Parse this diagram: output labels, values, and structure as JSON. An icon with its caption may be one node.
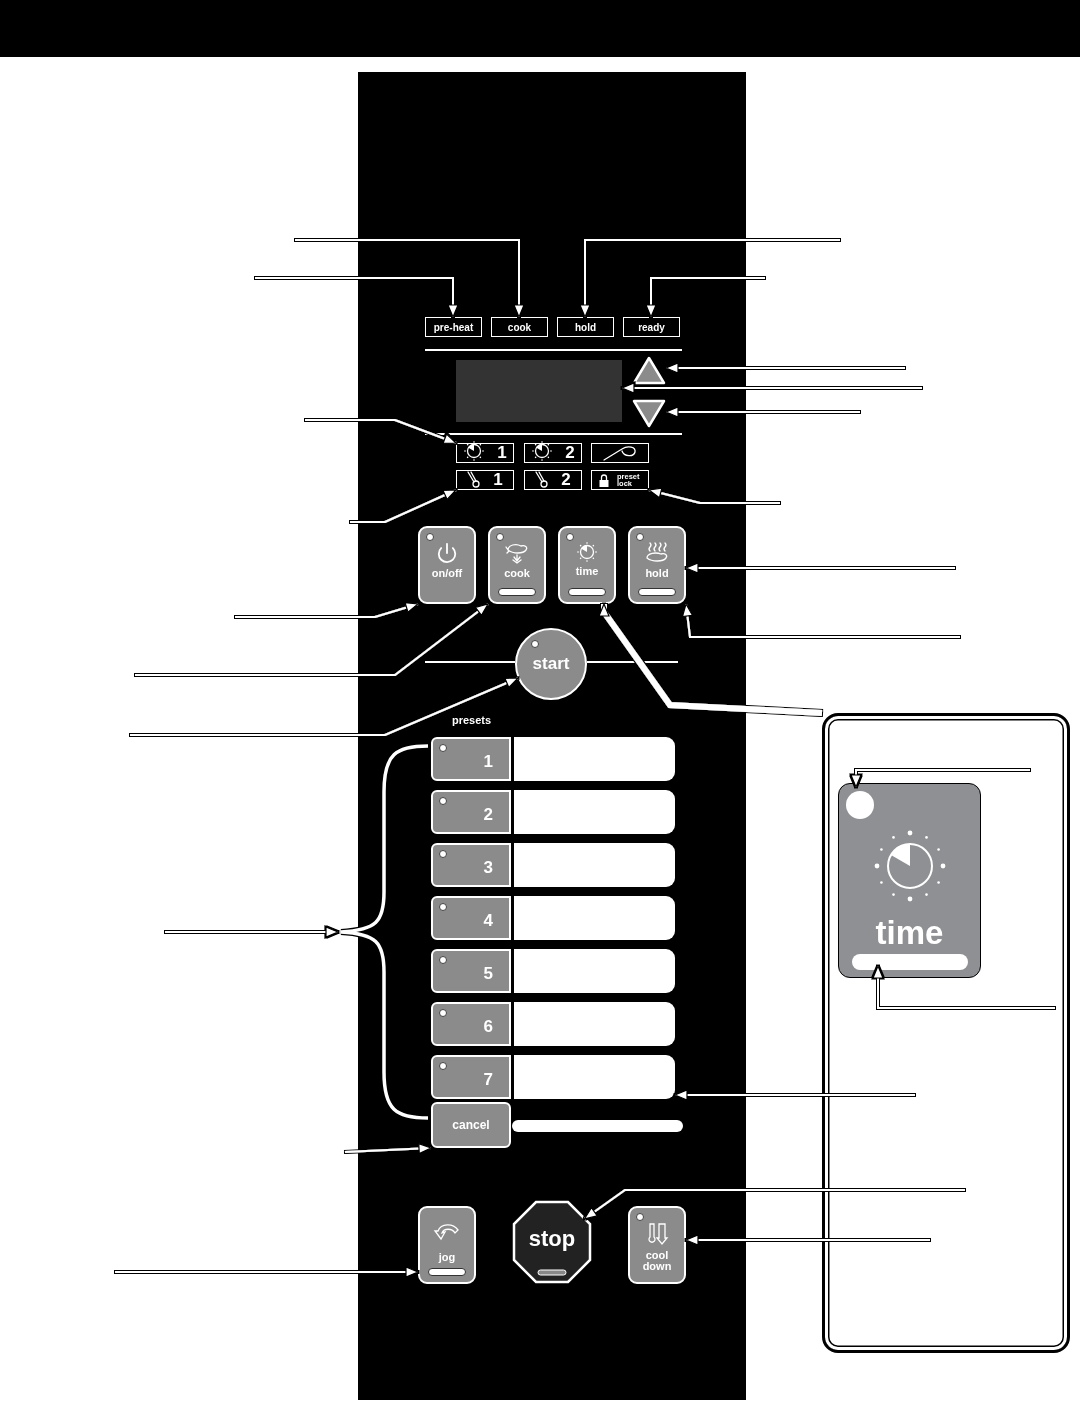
{
  "diagram": {
    "nodes": [
      {
        "text": [],
        "shape": "box"
      },
      {
        "text": [
          "pre-heat"
        ],
        "in": 0
      },
      {
        "text": [
          "cook"
        ],
        "in": 0
      },
      {
        "text": [
          "hold"
        ],
        "in": 0
      },
      {
        "text": [
          "ready"
        ],
        "in": 0
      },
      {
        "text": [],
        "shape": "box",
        "in": 0
      },
      {
        "text": [],
        "shape": "triangle",
        "in": 0
      },
      {
        "text": [],
        "shape": "triangle",
        "in": 0
      },
      {
        "text": [
          "1"
        ],
        "in": 0
      },
      {
        "text": [
          "2"
        ],
        "in": 0
      },
      {
        "text": [],
        "shape": "box",
        "in": 0
      },
      {
        "text": [
          "1"
        ],
        "in": 0
      },
      {
        "text": [
          "2"
        ],
        "in": 0
      },
      {
        "text": [
          "preset lock"
        ],
        "in": 0
      },
      {
        "text": [
          "on/off"
        ],
        "in": 0
      },
      {
        "text": [
          "cook"
        ],
        "in": 0
      },
      {
        "text": [
          "time"
        ],
        "in": 0
      },
      {
        "text": [
          "hold"
        ],
        "in": 0
      },
      {
        "text": [
          "start"
        ],
        "in": 0
      },
      {
        "text": [],
        "shape": "brace"
      },
      {
        "text": [
          "1"
        ],
        "in": 0
      },
      {
        "text": [
          "2"
        ],
        "in": 0
      },
      {
        "text": [
          "3"
        ],
        "in": 0
      },
      {
        "text": [
          "4"
        ],
        "in": 0
      },
      {
        "text": [
          "5"
        ],
        "in": 0
      },
      {
        "text": [
          "6"
        ],
        "in": 0
      },
      {
        "text": [
          "7"
        ],
        "in": 0
      },
      {
        "text": [],
        "shape": "box",
        "in": 0
      },
      {
        "text": [],
        "shape": "box",
        "in": 0
      },
      {
        "text": [],
        "shape": "box",
        "in": 0
      },
      {
        "text": [],
        "shape": "box",
        "in": 0
      },
      {
        "text": [],
        "shape": "box",
        "in": 0
      },
      {
        "text": [],
        "shape": "box",
        "in": 0
      },
      {
        "text": [],
        "shape": "box",
        "in": 0
      },
      {
        "text": [
          "cancel"
        ],
        "in": 0
      },
      {
        "text": [],
        "shape": "bar",
        "in": 0
      },
      {
        "text": [
          "jog"
        ],
        "in": 0
      },
      {
        "text": [
          "stop"
        ],
        "in": 0
      },
      {
        "text": [
          "cool down"
        ],
        "in": 0
      },
      {
        "text": [],
        "shape": "box"
      },
      {
        "text": [
          "time"
        ],
        "in": 39
      },
      {
        "text": [],
        "shape": "circle",
        "in": 40
      },
      {
        "text": [],
        "shape": "bar",
        "in": 40
      }
    ],
    "edges": [
      {
        "from": null,
        "to": 2,
        "arrow": "to"
      },
      {
        "from": null,
        "to": 1,
        "arrow": "to"
      },
      {
        "from": null,
        "to": 3,
        "arrow": "to"
      },
      {
        "from": null,
        "to": 4,
        "arrow": "to"
      },
      {
        "from": null,
        "to": 6,
        "arrow": "to"
      },
      {
        "from": null,
        "to": 5,
        "arrow": "to"
      },
      {
        "from": null,
        "to": 7,
        "arrow": "to"
      },
      {
        "from": null,
        "to": 8,
        "arrow": "to"
      },
      {
        "from": null,
        "to": 11,
        "arrow": "to"
      },
      {
        "from": null,
        "to": 13,
        "arrow": "to"
      },
      {
        "from": null,
        "to": 17,
        "arrow": "to"
      },
      {
        "from": null,
        "to": 14,
        "arrow": "to"
      },
      {
        "from": null,
        "to": 15,
        "arrow": "to"
      },
      {
        "from": null,
        "to": 17,
        "arrow": "to"
      },
      {
        "from": null,
        "to": 18,
        "arrow": "to"
      },
      {
        "from": null,
        "to": 19,
        "arrow": "to"
      },
      {
        "from": null,
        "to": 33,
        "arrow": "to"
      },
      {
        "from": null,
        "to": 34,
        "arrow": "to"
      },
      {
        "from": null,
        "to": 37,
        "arrow": "to"
      },
      {
        "from": null,
        "to": 38,
        "arrow": "to"
      },
      {
        "from": null,
        "to": 36,
        "arrow": "to"
      },
      {
        "from": 39,
        "to": 16,
        "arrow": "to",
        "style": "thick"
      },
      {
        "from": null,
        "to": 41,
        "arrow": "to"
      },
      {
        "from": null,
        "to": 42,
        "arrow": "to"
      }
    ],
    "labels": [
      "presets"
    ]
  }
}
